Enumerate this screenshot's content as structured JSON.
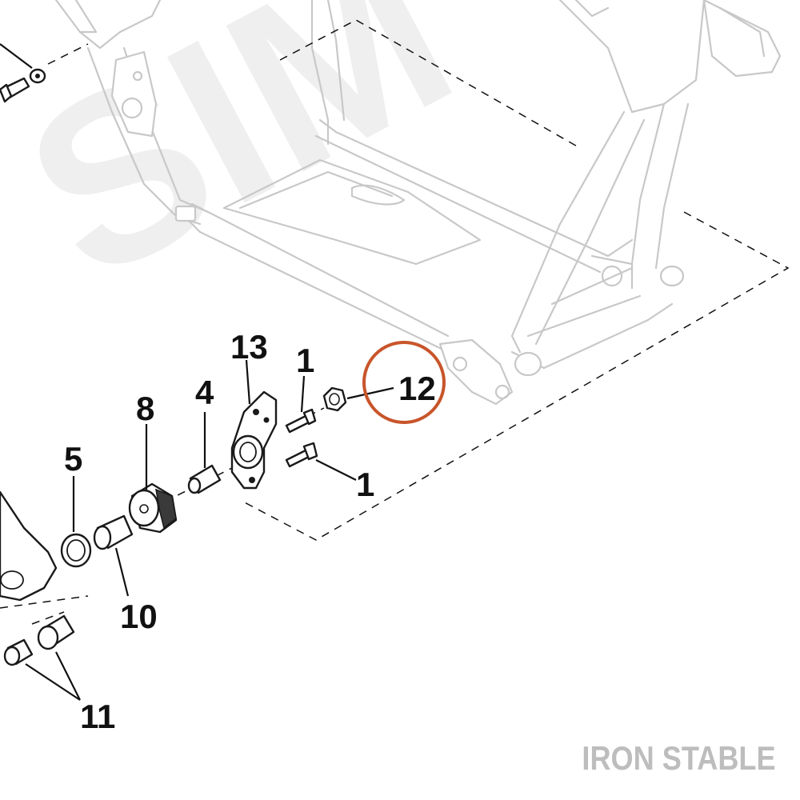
{
  "watermark": "SIM",
  "brand": "IRON STABLE",
  "highlight_color": "#c8552a",
  "callouts": {
    "part_13": "13",
    "part_1_upper": "1",
    "part_1_lower": "1",
    "part_12": "12",
    "part_4": "4",
    "part_8": "8",
    "part_5": "5",
    "part_10": "10",
    "part_11": "11"
  }
}
